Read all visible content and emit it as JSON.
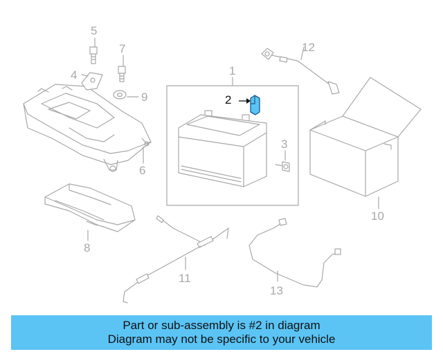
{
  "diagram": {
    "callouts": {
      "p1": "1",
      "p2": "2",
      "p3": "3",
      "p4": "4",
      "p5": "5",
      "p6": "6",
      "p7": "7",
      "p8": "8",
      "p9": "9",
      "p10": "10",
      "p11": "11",
      "p12": "12",
      "p13": "13"
    },
    "highlight_color": "#5bc4f5"
  },
  "banner": {
    "line1": "Part or sub-assembly is #2 in diagram",
    "line2": "Diagram may not be specific to your vehicle",
    "background": "#5bc4f5"
  }
}
